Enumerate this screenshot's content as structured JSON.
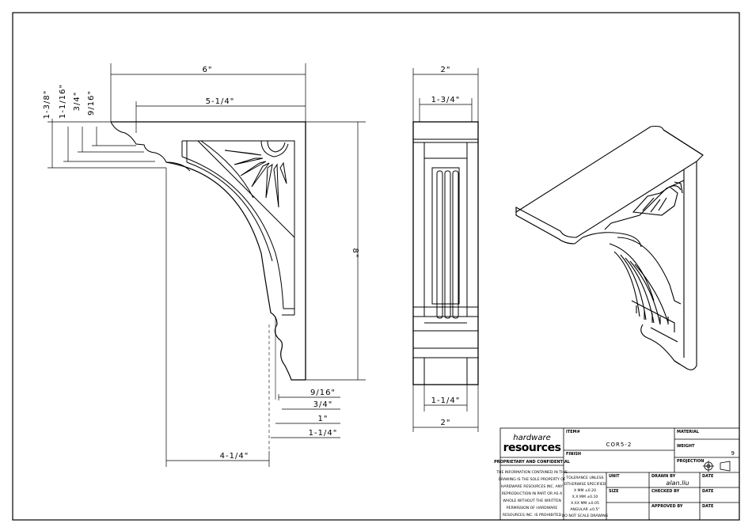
{
  "side_view": {
    "dims": {
      "width_total": "6\"",
      "width_top": "5-1/4\"",
      "height": "8\"",
      "left_1": "1-3/8\"",
      "left_2": "1-1/16\"",
      "left_3": "3/4\"",
      "left_4": "9/16\"",
      "bottom_1": "9/16\"",
      "bottom_2": "3/4\"",
      "bottom_3": "1\"",
      "bottom_4": "1-1/4\"",
      "bottom_width": "4-1/4\""
    }
  },
  "front_view": {
    "dims": {
      "top_total": "2\"",
      "top_inner": "1-3/4\"",
      "bottom_inner": "1-1/4\"",
      "bottom_total": "2\""
    }
  },
  "title_block": {
    "logo_top": "hardware",
    "logo_bottom": "resources",
    "proprietary_heading": "PROPRIETARY AND CONFIDENTIAL",
    "proprietary_text": [
      "THE INFORMATION CONTAINED IN THIS",
      "DRAWING IS THE SOLE PROPERTY OF",
      "HARDWARE RESOURCES INC. ANY",
      "REPRODUCTION IN PART OR AS A",
      "WHOLE WITHOUT THE WRITTEN",
      "PERMISSION OF HARDWARE",
      "RESOURCES INC. IS PROHIBITED"
    ],
    "item_label": "ITEM#",
    "item_value": "COR5-2",
    "finish_label": "FINISH",
    "material_label": "MATERIAL",
    "weight_label": "WEIGHT",
    "weight_value": "9",
    "projection_label": "PROJECTION",
    "tolerance": [
      "TOLERANCE UNLESS",
      "OTHERWISE SPECIFIED",
      "X   MM   ±0.20",
      "X.X  MM   ±0.10",
      "X.XX  MM   ±0.05",
      "ANGULAR    ±0.5°",
      "DO NOT SCALE DRAWING"
    ],
    "unit_label": "UNIT",
    "size_label": "SIZE",
    "drawn_by_label": "DRAWN BY",
    "drawn_by_value": "alan.liu",
    "checked_by_label": "CHECKED BY",
    "approved_by_label": "APPROVED BY",
    "date_label": "DATE"
  }
}
